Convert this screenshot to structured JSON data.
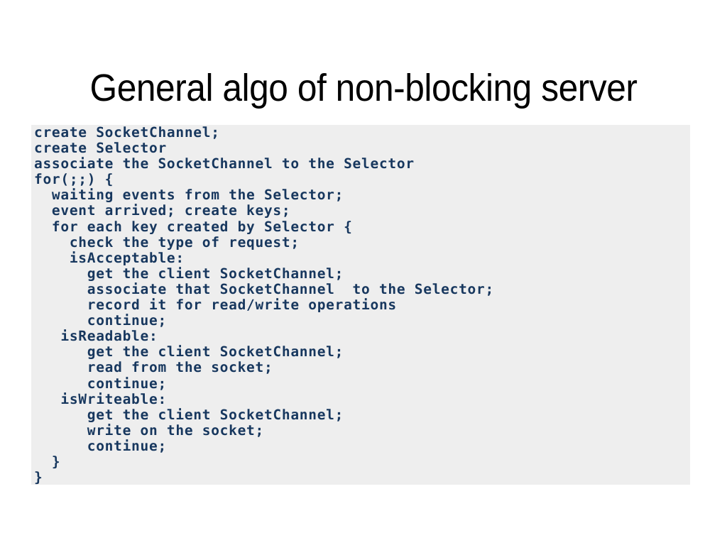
{
  "slide": {
    "title": "General algo of non-blocking server",
    "background_color": "#ffffff"
  },
  "code_panel": {
    "background_color": "#eeeeee",
    "text_color": "#17375e",
    "language": "pseudocode",
    "lines": [
      "create SocketChannel;",
      "create Selector",
      "associate the SocketChannel to the Selector",
      "for(;;) {",
      "  waiting events from the Selector;",
      "  event arrived; create keys;",
      "  for each key created by Selector {",
      "    check the type of request;",
      "    isAcceptable:",
      "      get the client SocketChannel;",
      "      associate that SocketChannel  to the Selector;",
      "      record it for read/write operations",
      "      continue;",
      "   isReadable:",
      "      get the client SocketChannel;",
      "      read from the socket;",
      "      continue;",
      "   isWriteable:",
      "      get the client SocketChannel;",
      "      write on the socket;",
      "      continue;",
      "  }",
      "}"
    ]
  }
}
